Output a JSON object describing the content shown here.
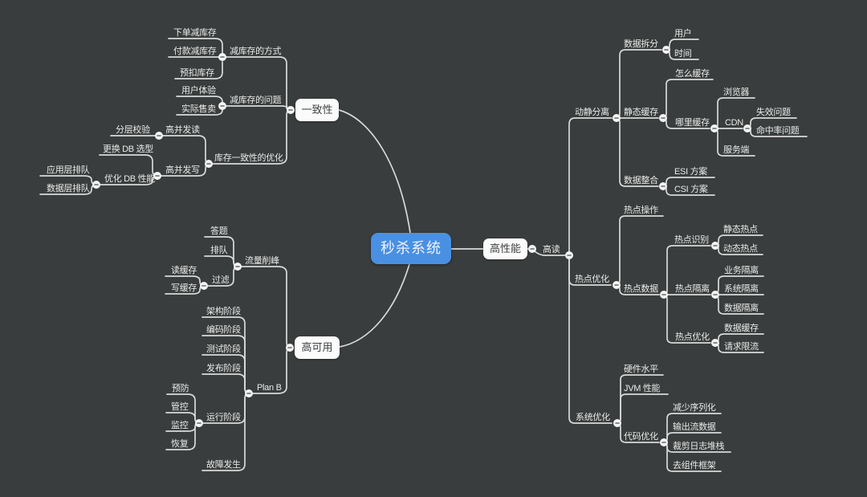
{
  "meta": {
    "type": "mindmap",
    "colors": {
      "background": "#3a3d3d",
      "root_fill": "#4a90e2",
      "root_text": "#eef4ff",
      "node_box_fill": "#fbfbfb",
      "node_box_text": "#3c3f41",
      "line": "#d9d9d9",
      "leaf_text": "#e9e9e9",
      "collapse_icon": "minus-circle-icon"
    }
  },
  "map": {
    "root": {
      "label": "秒杀系统",
      "c": [
        {
          "label": "一致性",
          "c": [
            {
              "label": "减库存的方式",
              "c": [
                {
                  "label": "下单减库存"
                },
                {
                  "label": "付款减库存"
                },
                {
                  "label": "预扣库存"
                }
              ]
            },
            {
              "label": "减库存的问题",
              "c": [
                {
                  "label": "用户体验"
                },
                {
                  "label": "实际售卖"
                }
              ]
            },
            {
              "label": "库存一致性的优化",
              "c": [
                {
                  "label": "高并发读",
                  "c": [
                    {
                      "label": "分层校验"
                    }
                  ]
                },
                {
                  "label": "高并发写",
                  "c": [
                    {
                      "label": "更换 DB 选型"
                    },
                    {
                      "label": "优化 DB 性能",
                      "c": [
                        {
                          "label": "应用层排队"
                        },
                        {
                          "label": "数据层排队"
                        }
                      ]
                    }
                  ]
                }
              ]
            }
          ]
        },
        {
          "label": "高可用",
          "c": [
            {
              "label": "流量削峰",
              "c": [
                {
                  "label": "答题"
                },
                {
                  "label": "排队"
                },
                {
                  "label": "过滤",
                  "c": [
                    {
                      "label": "读缓存"
                    },
                    {
                      "label": "写缓存"
                    }
                  ]
                }
              ]
            },
            {
              "label": "Plan B",
              "c": [
                {
                  "label": "架构阶段"
                },
                {
                  "label": "编码阶段"
                },
                {
                  "label": "测试阶段"
                },
                {
                  "label": "发布阶段"
                },
                {
                  "label": "运行阶段",
                  "c": [
                    {
                      "label": "预防"
                    },
                    {
                      "label": "管控"
                    },
                    {
                      "label": "监控"
                    },
                    {
                      "label": "恢复"
                    }
                  ]
                },
                {
                  "label": "故障发生"
                }
              ]
            }
          ]
        },
        {
          "label": "高性能",
          "c": [
            {
              "label": "高读",
              "c": [
                {
                  "label": "动静分离",
                  "c": [
                    {
                      "label": "数据拆分",
                      "c": [
                        {
                          "label": "用户"
                        },
                        {
                          "label": "时间"
                        }
                      ]
                    },
                    {
                      "label": "静态缓存",
                      "c": [
                        {
                          "label": "怎么缓存"
                        },
                        {
                          "label": "哪里缓存",
                          "c": [
                            {
                              "label": "浏览器"
                            },
                            {
                              "label": "CDN",
                              "c": [
                                {
                                  "label": "失效问题"
                                },
                                {
                                  "label": "命中率问题"
                                }
                              ]
                            },
                            {
                              "label": "服务端"
                            }
                          ]
                        }
                      ]
                    },
                    {
                      "label": "数据整合",
                      "c": [
                        {
                          "label": "ESI 方案"
                        },
                        {
                          "label": "CSI 方案"
                        }
                      ]
                    }
                  ]
                },
                {
                  "label": "热点优化",
                  "c": [
                    {
                      "label": "热点操作"
                    },
                    {
                      "label": "热点数据",
                      "c": [
                        {
                          "label": "热点识别",
                          "c": [
                            {
                              "label": "静态热点"
                            },
                            {
                              "label": "动态热点"
                            }
                          ]
                        },
                        {
                          "label": "热点隔离",
                          "c": [
                            {
                              "label": "业务隔离"
                            },
                            {
                              "label": "系统隔离"
                            },
                            {
                              "label": "数据隔离"
                            }
                          ]
                        },
                        {
                          "label": "热点优化",
                          "c": [
                            {
                              "label": "数据缓存"
                            },
                            {
                              "label": "请求限流"
                            }
                          ]
                        }
                      ]
                    }
                  ]
                },
                {
                  "label": "系统优化",
                  "c": [
                    {
                      "label": "硬件水平"
                    },
                    {
                      "label": "JVM 性能"
                    },
                    {
                      "label": "代码优化",
                      "c": [
                        {
                          "label": "减少序列化"
                        },
                        {
                          "label": "输出流数据"
                        },
                        {
                          "label": "裁剪日志堆栈"
                        },
                        {
                          "label": "去组件框架"
                        }
                      ]
                    }
                  ]
                }
              ]
            }
          ]
        }
      ]
    }
  }
}
